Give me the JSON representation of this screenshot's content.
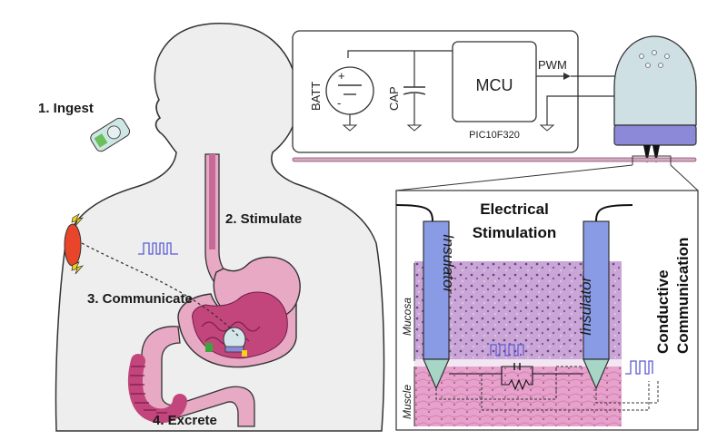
{
  "steps": {
    "ingest": "1. Ingest",
    "stimulate": "2. Stimulate",
    "communicate": "3. Communicate",
    "excrete": "4. Excrete"
  },
  "circuit": {
    "batt": "BATT",
    "cap": "CAP",
    "mcu": "MCU",
    "mcu_part": "PIC10F320",
    "pwm": "PWM",
    "plus": "+",
    "minus": "-"
  },
  "inset": {
    "title_line1": "Electrical",
    "title_line2": "Stimulation",
    "side_line1": "Conductive",
    "side_line2": "Communication",
    "insulator_left": "Insulator",
    "insulator_right": "Insulator",
    "mucosa": "Mucosa",
    "muscle": "Muscle"
  },
  "colors": {
    "body_fill": "#eeeeee",
    "stomach": "#e8a9c4",
    "intestine": "#c2457c",
    "insulator": "#8a9be6",
    "capsule_cap": "#cfe0e4",
    "capsule_band": "#8c8ad8",
    "receiver": "#e8452a",
    "mucosa_tissue": "#c9a6d6",
    "muscle_tissue": "#e7a2cc"
  }
}
